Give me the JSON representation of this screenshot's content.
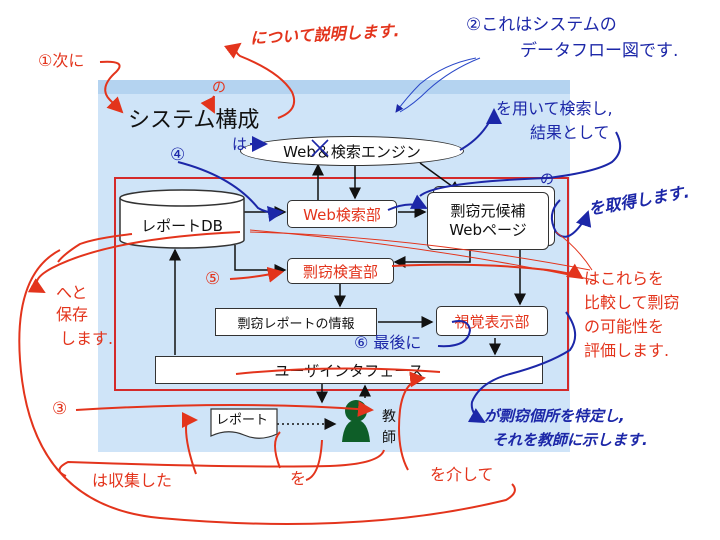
{
  "diagram": {
    "title": "システム構成",
    "nodes": {
      "search_engine": "Web＆検索エンジン",
      "report_db": "レポートDB",
      "web_search": "Web検索部",
      "candidate_pages_line1": "剽窃元候補",
      "candidate_pages_line2": "Webページ",
      "plagiarism_check": "剽窃検査部",
      "report_info": "剽窃レポートの情報",
      "visual_display": "視覚表示部",
      "user_interface": "ユーザインタフェース",
      "report_doc": "レポート",
      "teacher_line1": "教",
      "teacher_line2": "師"
    },
    "annotations": {
      "step1": "①次に",
      "step1_tail": "について説明します.",
      "step1_particle": "の",
      "step2_line1": "②これはシステムの",
      "step2_line2": "データフロー図です.",
      "step4": "④",
      "ha": "は",
      "use_search_line1": "を用いて検索し,",
      "use_search_line2": "結果として",
      "step4_particle": "の",
      "acquire": "を取得します.",
      "step5": "⑤",
      "compare_line1": "はこれらを",
      "compare_line2": "比較して剽窃",
      "compare_line3": "の可能性を",
      "compare_line4": "評価します.",
      "store_line1": "へと",
      "store_line2": "保存",
      "store_line3": "します.",
      "step6": "⑥ 最後に",
      "step3": "③",
      "identify_line1": "が剽窃個所を特定し,",
      "identify_line2": "それを教師に示します.",
      "collected": "は収集した",
      "wo": "を",
      "via": "を介して"
    }
  },
  "colors": {
    "red": "#e3341c",
    "blue": "#1c27a8",
    "panel": "#cfe4f8",
    "frame": "#d42a2a"
  }
}
